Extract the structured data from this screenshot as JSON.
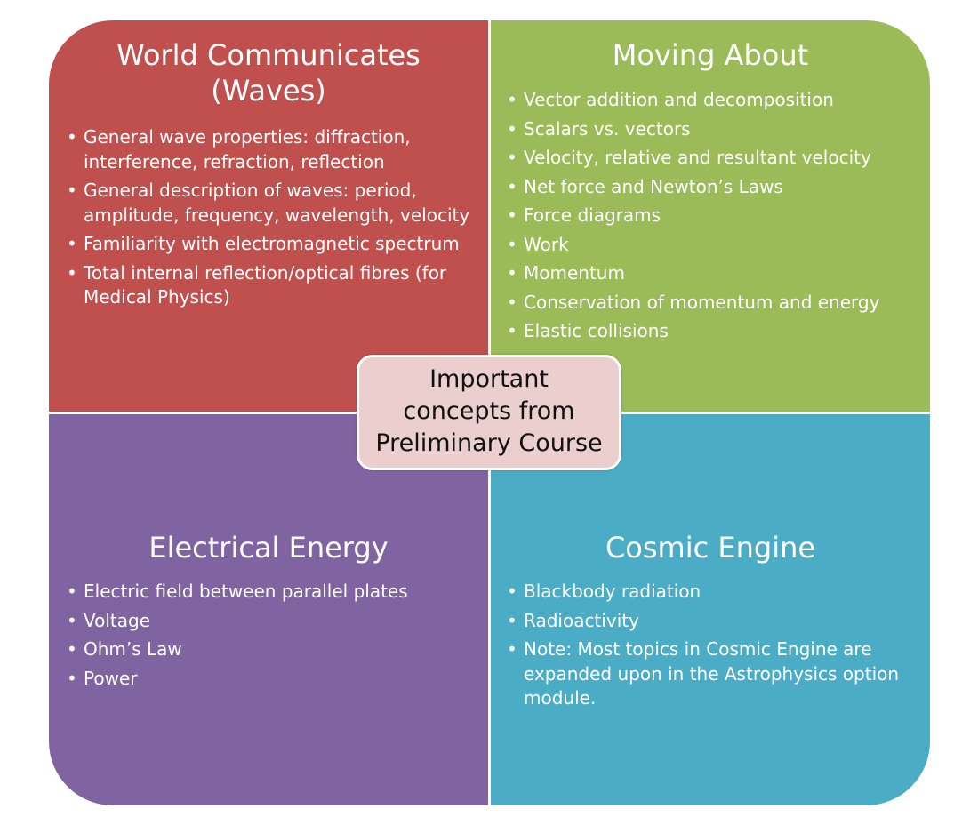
{
  "colors": {
    "waves": "#c0504d",
    "moving": "#9bbb59",
    "electrical": "#8064a2",
    "cosmic": "#4bacc6",
    "center": "#ebcfcf"
  },
  "center": {
    "lines": [
      "Important",
      "concepts from",
      "Preliminary Course"
    ]
  },
  "quadrants": {
    "waves": {
      "title_lines": [
        "World Communicates",
        "(Waves)"
      ],
      "items": [
        "General wave properties: diffraction, interference, refraction, reflection",
        "General description of waves: period, amplitude, frequency, wavelength, velocity",
        "Familiarity with electromagnetic spectrum",
        "Total internal reflection/optical fibres (for Medical Physics)"
      ]
    },
    "moving": {
      "title": "Moving About",
      "items": [
        "Vector addition and decomposition",
        "Scalars vs. vectors",
        "Velocity, relative and resultant velocity",
        "Net force and Newton’s Laws",
        "Force diagrams",
        "Work",
        "Momentum",
        "Conservation of momentum and energy",
        "Elastic collisions"
      ]
    },
    "electrical": {
      "title": "Electrical Energy",
      "items": [
        "Electric field between parallel plates",
        "Voltage",
        "Ohm’s Law",
        "Power"
      ]
    },
    "cosmic": {
      "title": "Cosmic Engine",
      "items": [
        "Blackbody radiation",
        "Radioactivity",
        "Note: Most topics in Cosmic Engine are expanded upon in the Astrophysics option module."
      ]
    }
  }
}
